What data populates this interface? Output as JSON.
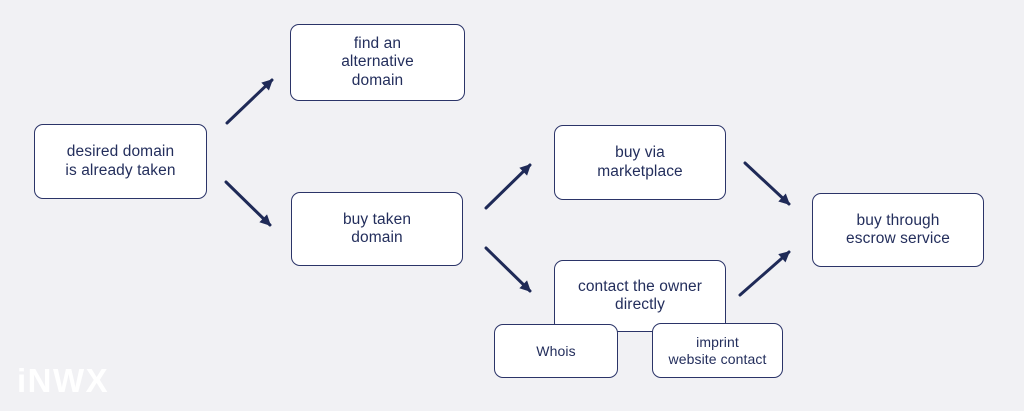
{
  "theme": {
    "background": "#f1f1f4",
    "node_fill": "#ffffff",
    "node_border": "#2b3468",
    "text_color": "#232e5c",
    "arrow_color": "#1f2a57",
    "logo_color": "#ffffff"
  },
  "logo": {
    "text": "iNWX"
  },
  "flowchart": {
    "nodes": {
      "desired": {
        "label": "desired domain\nis already taken"
      },
      "alternative": {
        "label": "find an\nalternative\ndomain"
      },
      "buy_taken": {
        "label": "buy taken\ndomain"
      },
      "marketplace": {
        "label": "buy via\nmarketplace"
      },
      "contact": {
        "label": "contact the owner\ndirectly"
      },
      "whois": {
        "label": "Whois"
      },
      "imprint": {
        "label": "imprint\nwebsite contact"
      },
      "escrow": {
        "label": "buy through\nescrow service"
      }
    },
    "edges": [
      {
        "from": "desired",
        "to": "alternative"
      },
      {
        "from": "desired",
        "to": "buy_taken"
      },
      {
        "from": "buy_taken",
        "to": "marketplace"
      },
      {
        "from": "buy_taken",
        "to": "contact"
      },
      {
        "from": "marketplace",
        "to": "escrow"
      },
      {
        "from": "contact",
        "to": "escrow"
      },
      {
        "from": "contact",
        "to": "whois"
      },
      {
        "from": "contact",
        "to": "imprint"
      }
    ]
  }
}
